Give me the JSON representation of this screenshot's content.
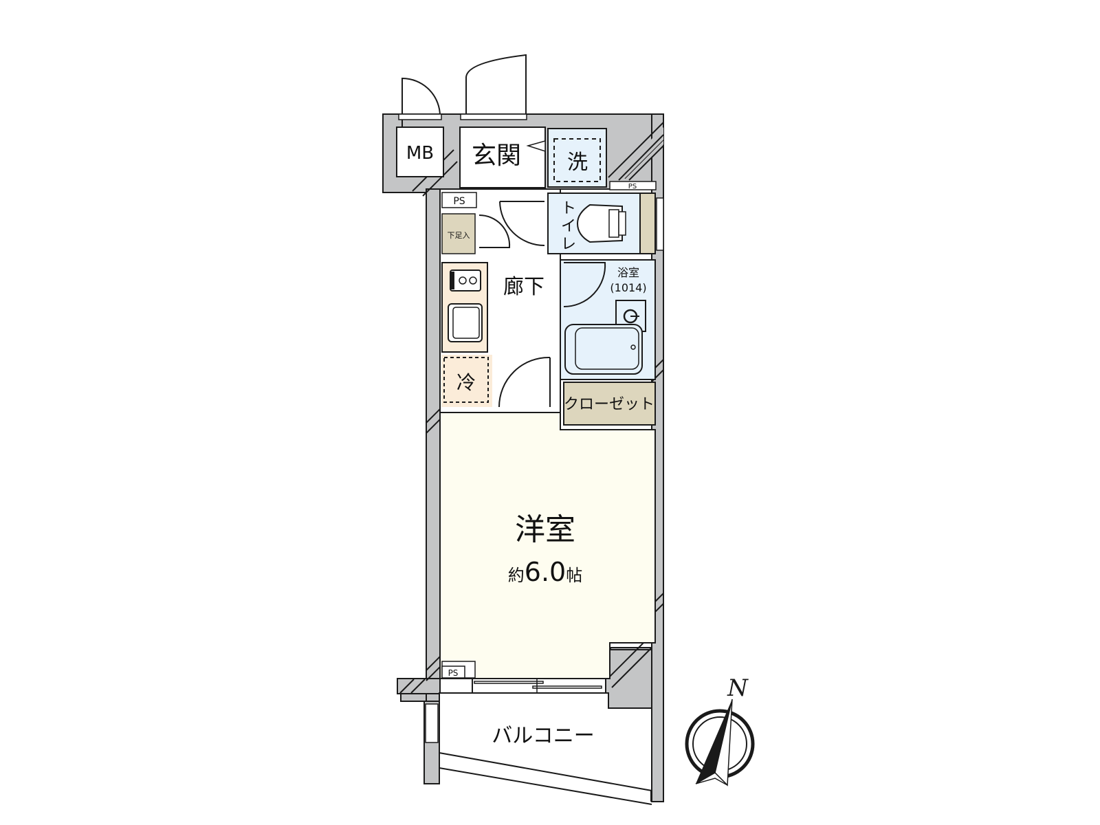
{
  "colors": {
    "wall": "#c4c5c6",
    "wall_line": "#1a1a1a",
    "room_main": "#fefdf0",
    "wet_area": "#e6f2fb",
    "kitchen": "#fbecd9",
    "storage": "#ddd6bd",
    "white": "#ffffff"
  },
  "rooms": {
    "mb": "MB",
    "genkan": "玄関",
    "washer": "洗",
    "ps_top_left": "PS",
    "ps_top_right": "PS",
    "ps_bottom": "PS",
    "shoe_box": "下足入",
    "toilet": "トイレ",
    "hallway": "廊下",
    "bath_label": "浴室",
    "bath_size": "(1014)",
    "fridge": "冷",
    "closet": "クローゼット",
    "main_room": "洋室",
    "main_room_size_prefix": "約",
    "main_room_size": "6.0",
    "main_room_size_unit": "帖",
    "balcony": "バルコニー"
  },
  "compass": {
    "label": "N"
  }
}
